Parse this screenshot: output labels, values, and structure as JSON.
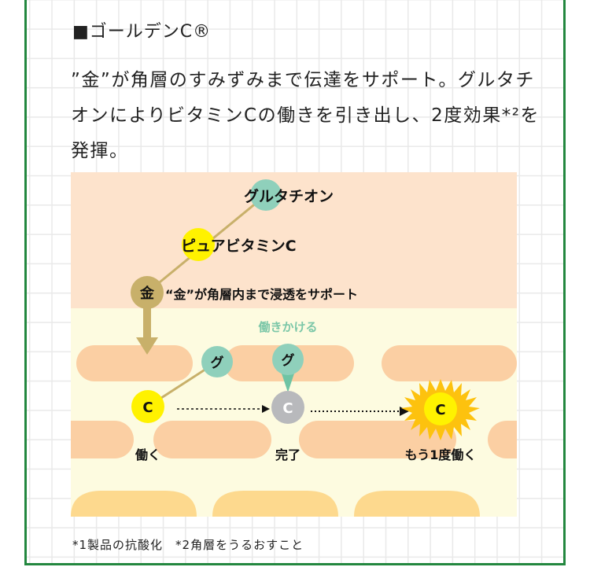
{
  "heading": "■ゴールデンC®",
  "description": "”金”が角層のすみずみまで伝達をサポート。グルタチオンによりビタミンCの働きを引き出し、2度効果*²を発揮。",
  "diagram": {
    "glutathione": "グルタチオン",
    "pure_vitamin_c": "ピュアビタミンC",
    "gold_symbol": "金",
    "gold_caption": "“金”が角層内まで浸透をサポート",
    "act_on": "働きかける",
    "g_symbol": "グ",
    "c_symbol": "C",
    "step1": "働く",
    "step2": "完了",
    "step3": "もう1度働く"
  },
  "footnote": "*1製品の抗酸化　*2角層をうるおすこと",
  "colors": {
    "border": "#23873f",
    "teal": "#8fd0bb",
    "yellow": "#fff200",
    "gold": "#c8b06a",
    "peach": "#fde3cc",
    "cream": "#fdfbe0",
    "cell": "#fbcfa3"
  }
}
